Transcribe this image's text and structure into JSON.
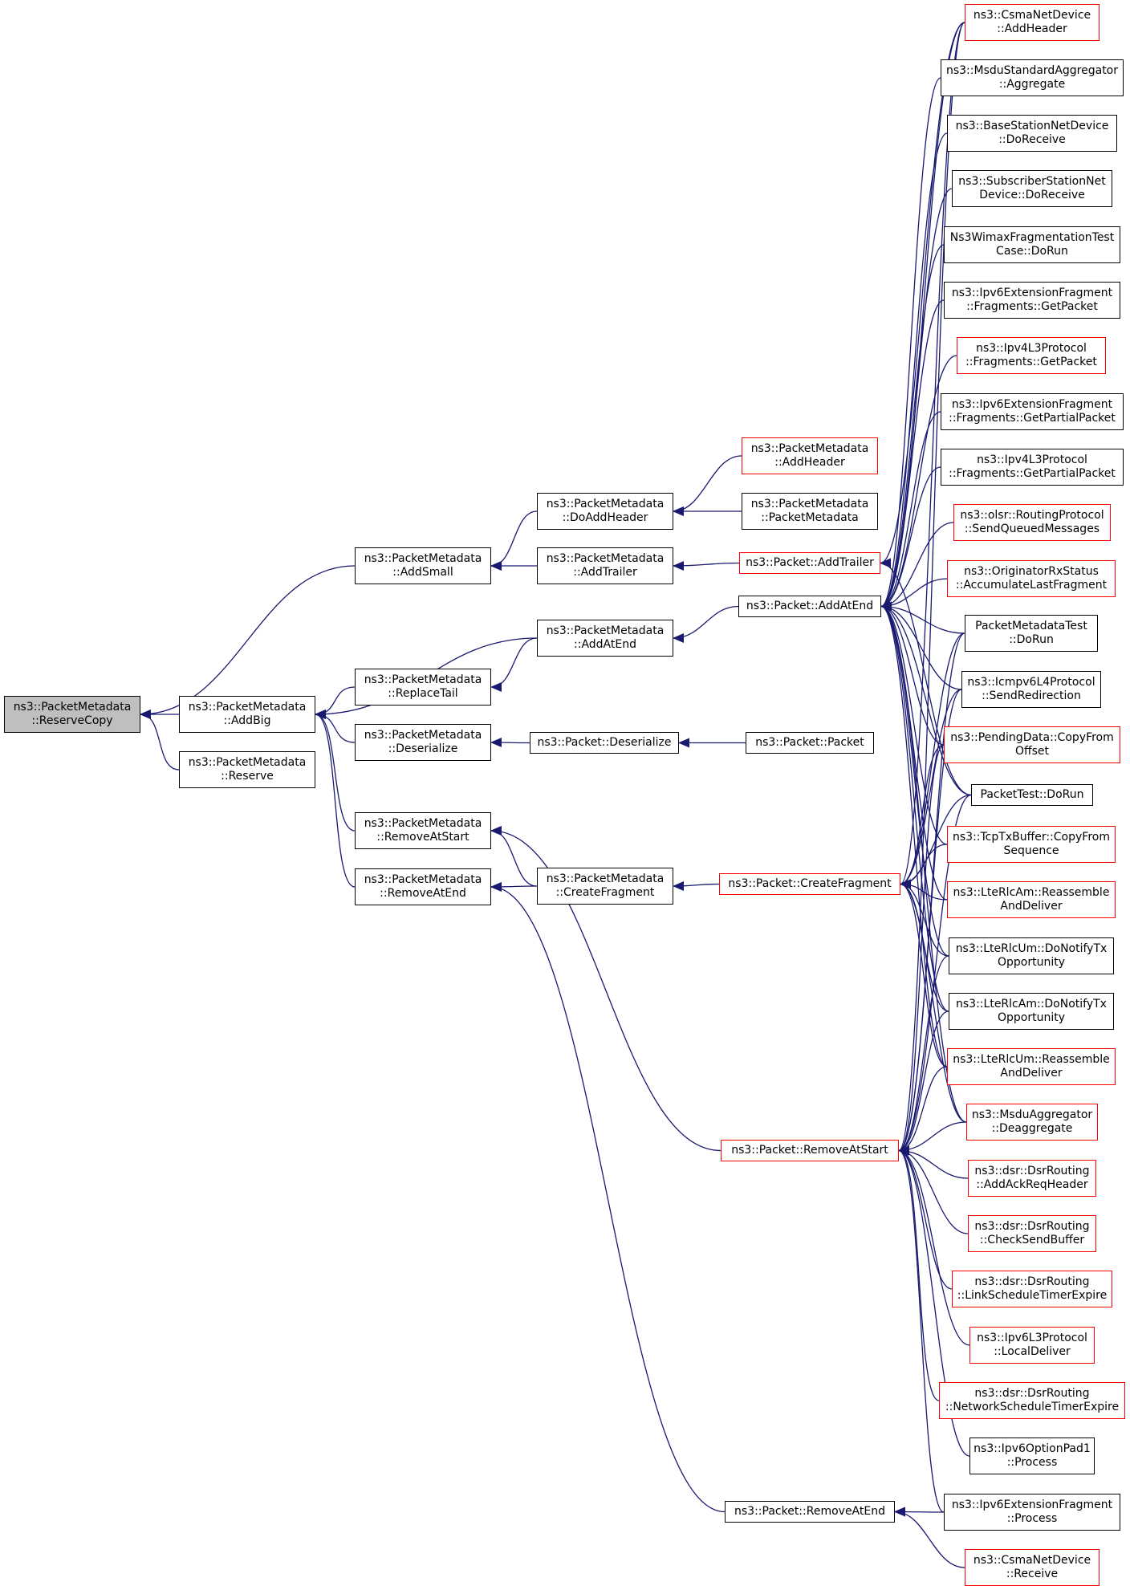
{
  "colors": {
    "edge": "#191970",
    "normal_border": "#000000",
    "link_border": "#ff0000",
    "root_fill": "#bfbfbf"
  },
  "nodes": {
    "root": [
      "ns3::PacketMetadata",
      "::ReserveCopy"
    ],
    "addbig": [
      "ns3::PacketMetadata",
      "::AddBig"
    ],
    "reserve": [
      "ns3::PacketMetadata",
      "::Reserve"
    ],
    "addsmall": [
      "ns3::PacketMetadata",
      "::AddSmall"
    ],
    "replacetail": [
      "ns3::PacketMetadata",
      "::ReplaceTail"
    ],
    "pm_deserialize": [
      "ns3::PacketMetadata",
      "::Deserialize"
    ],
    "removeatstart": [
      "ns3::PacketMetadata",
      "::RemoveAtStart"
    ],
    "removeatend": [
      "ns3::PacketMetadata",
      "::RemoveAtEnd"
    ],
    "doaddheader": [
      "ns3::PacketMetadata",
      "::DoAddHeader"
    ],
    "addtrailer": [
      "ns3::PacketMetadata",
      "::AddTrailer"
    ],
    "addatend": [
      "ns3::PacketMetadata",
      "::AddAtEnd"
    ],
    "p_deserialize": [
      "ns3::Packet::Deserialize"
    ],
    "createfragment": [
      "ns3::PacketMetadata",
      "::CreateFragment"
    ],
    "pm_addheader": [
      "ns3::PacketMetadata",
      "::AddHeader"
    ],
    "pm_ctor": [
      "ns3::PacketMetadata",
      "::PacketMetadata"
    ],
    "p_addtrailer": [
      "ns3::Packet::AddTrailer"
    ],
    "p_addatend": [
      "ns3::Packet::AddAtEnd"
    ],
    "p_packet": [
      "ns3::Packet::Packet"
    ],
    "p_createfragment": [
      "ns3::Packet::CreateFragment"
    ],
    "p_removeatstart": [
      "ns3::Packet::RemoveAtStart"
    ],
    "p_removeatend": [
      "ns3::Packet::RemoveAtEnd"
    ],
    "csma_addheader": [
      "ns3::CsmaNetDevice",
      "::AddHeader"
    ],
    "msdu_std_agg": [
      "ns3::MsduStandardAggregator",
      "::Aggregate"
    ],
    "bs_doreceive": [
      "ns3::BaseStationNetDevice",
      "::DoReceive"
    ],
    "ss_doreceive": [
      "ns3::SubscriberStationNet",
      "Device::DoReceive"
    ],
    "wimax_frag_test": [
      "Ns3WimaxFragmentationTest",
      "Case::DoRun"
    ],
    "ipv6ext_getpacket": [
      "ns3::Ipv6ExtensionFragment",
      "::Fragments::GetPacket"
    ],
    "ipv4l3_getpacket": [
      "ns3::Ipv4L3Protocol",
      "::Fragments::GetPacket"
    ],
    "ipv6ext_getpartial": [
      "ns3::Ipv6ExtensionFragment",
      "::Fragments::GetPartialPacket"
    ],
    "ipv4l3_getpartial": [
      "ns3::Ipv4L3Protocol",
      "::Fragments::GetPartialPacket"
    ],
    "olsr_sendqueued": [
      "ns3::olsr::RoutingProtocol",
      "::SendQueuedMessages"
    ],
    "originator_rx": [
      "ns3::OriginatorRxStatus",
      "::AccumulateLastFragment"
    ],
    "pm_test_dorun": [
      "PacketMetadataTest",
      "::DoRun"
    ],
    "icmpv6_redirect": [
      "ns3::Icmpv6L4Protocol",
      "::SendRedirection"
    ],
    "pending_copyfrom": [
      "ns3::PendingData::CopyFrom",
      "Offset"
    ],
    "packettest_dorun": [
      "PacketTest::DoRun"
    ],
    "tcptx_copyfrom": [
      "ns3::TcpTxBuffer::CopyFrom",
      "Sequence"
    ],
    "lterlcam_reassemble": [
      "ns3::LteRlcAm::Reassemble",
      "AndDeliver"
    ],
    "lterlcum_notify": [
      "ns3::LteRlcUm::DoNotifyTx",
      "Opportunity"
    ],
    "lterlcam_notify": [
      "ns3::LteRlcAm::DoNotifyTx",
      "Opportunity"
    ],
    "lterlcum_reassemble": [
      "ns3::LteRlcUm::Reassemble",
      "AndDeliver"
    ],
    "msdu_deaggregate": [
      "ns3::MsduAggregator",
      "::Deaggregate"
    ],
    "dsr_addack": [
      "ns3::dsr::DsrRouting",
      "::AddAckReqHeader"
    ],
    "dsr_checksend": [
      "ns3::dsr::DsrRouting",
      "::CheckSendBuffer"
    ],
    "dsr_linkschedule": [
      "ns3::dsr::DsrRouting",
      "::LinkScheduleTimerExpire"
    ],
    "ipv6l3_localdeliver": [
      "ns3::Ipv6L3Protocol",
      "::LocalDeliver"
    ],
    "dsr_netschedule": [
      "ns3::dsr::DsrRouting",
      "::NetworkScheduleTimerExpire"
    ],
    "ipv6pad1_process": [
      "ns3::Ipv6OptionPad1",
      "::Process"
    ],
    "ipv6ext_process": [
      "ns3::Ipv6ExtensionFragment",
      "::Process"
    ],
    "csma_receive": [
      "ns3::CsmaNetDevice",
      "::Receive"
    ]
  }
}
